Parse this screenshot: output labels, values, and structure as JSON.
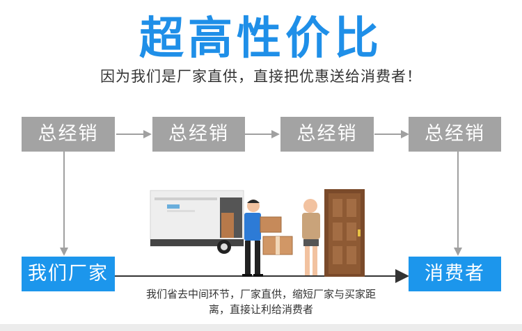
{
  "header": {
    "title": "超高性价比",
    "subtitle": "因为我们是厂家直供，直接把优惠送给消费者！"
  },
  "chain": {
    "distributors": [
      "总经销",
      "总经销",
      "总经销",
      "总经销"
    ],
    "factory": "我们厂家",
    "consumer": "消费者"
  },
  "note": {
    "line1": "我们省去中间环节，厂家直供，缩短厂家与买家距",
    "line2": "离，直接让利给消费者"
  },
  "colors": {
    "title": "#1f8fe8",
    "box_blue": "#1c96ec",
    "box_grey": "#a3a3a3",
    "arrow_grey": "#a0a0a0",
    "arrow_dark": "#333333"
  },
  "illustration": [
    "delivery-truck",
    "delivery-man",
    "parcel-boxes",
    "customer",
    "door"
  ]
}
